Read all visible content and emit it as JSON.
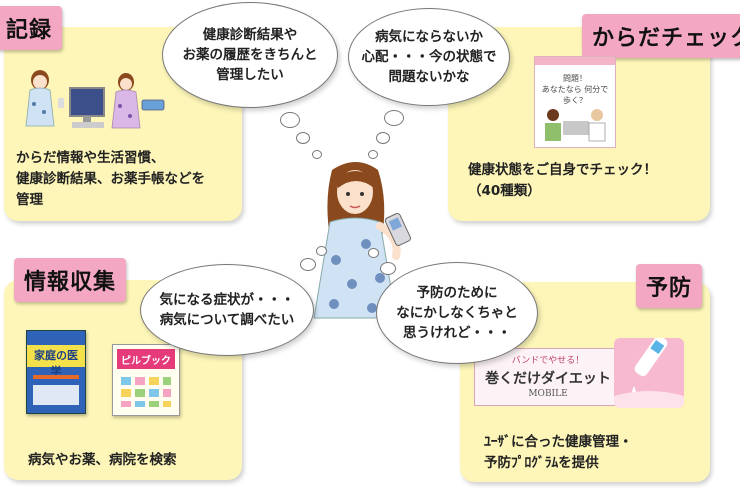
{
  "panels": {
    "record": {
      "tag": "記録",
      "lines": [
        "からだ情報や生活習慣、",
        "健康診断結果、お薬手帳などを",
        "管理"
      ]
    },
    "check": {
      "tag": "からだチェック",
      "lines": [
        "健康状態をご自身でチェック！",
        "（40種類）"
      ],
      "screen_lines": [
        "問題！",
        "あなたなら 何分で歩く？"
      ]
    },
    "info": {
      "tag": "情報収集",
      "lines": [
        "病気やお薬、病院を検索"
      ],
      "book1_title": "家庭の医学",
      "book2_title": "ピルブック"
    },
    "prevention": {
      "tag": "予防",
      "lines": [
        "ﾕｰｻﾞに合った健康管理・",
        "予防ﾌﾟﾛｸﾞﾗﾑを提供"
      ],
      "banner_top": "バンドでやせる！",
      "banner_main": "巻くだけダイエット",
      "banner_sub": "MOBILE"
    }
  },
  "thoughts": {
    "top_left": [
      "健康診断結果や",
      "お薬の履歴をきちんと",
      "管理したい"
    ],
    "top_right": [
      "病気にならないか",
      "心配・・・今の状態で",
      "問題ないかな"
    ],
    "mid_left": [
      "気になる症状が・・・",
      "病気について調べたい"
    ],
    "mid_right": [
      "予防のために",
      "なにかしなくちゃと",
      "思うけれど・・・"
    ]
  },
  "colors": {
    "panel_bg": "#fdf6b8",
    "tag_bg": "#f3a7c3",
    "dress": "#cfe3f5",
    "hair": "#8a4a1e"
  }
}
